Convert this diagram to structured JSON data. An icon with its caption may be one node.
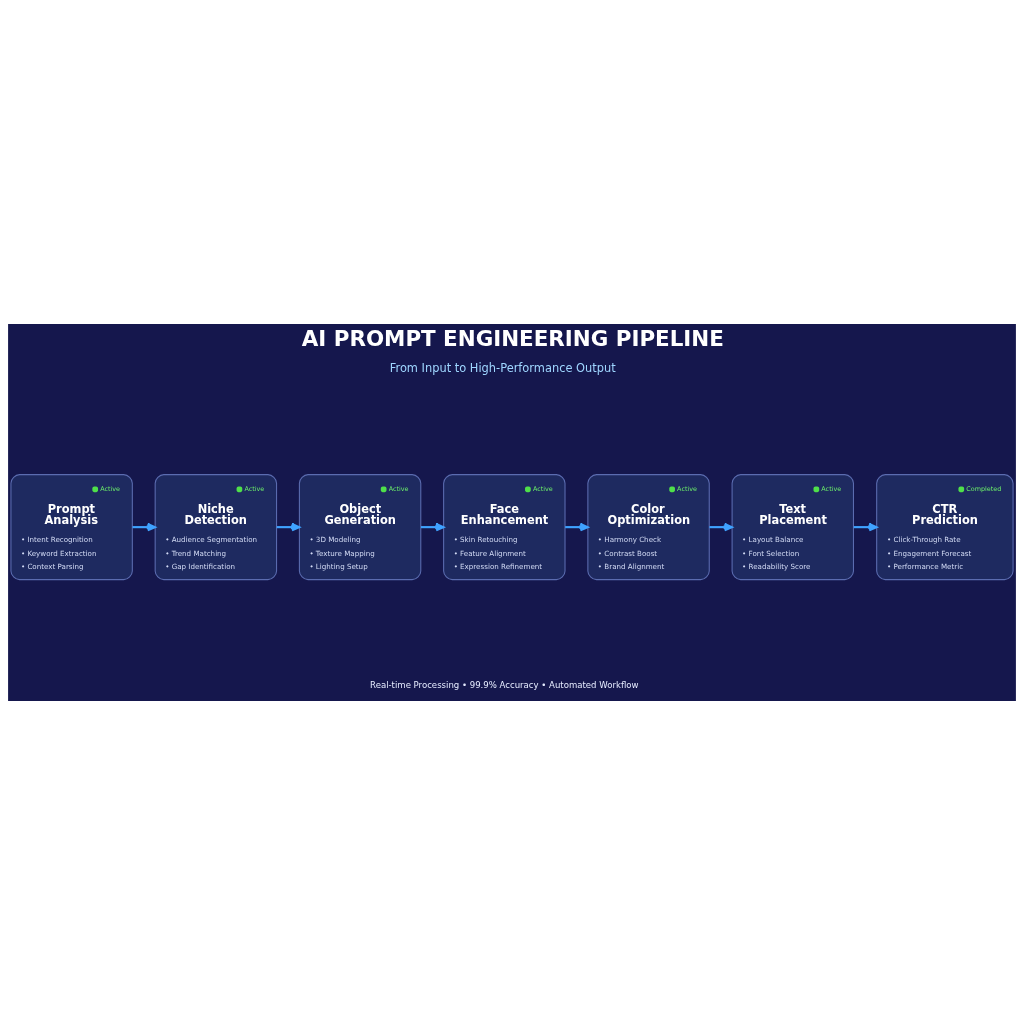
{
  "diagram": {
    "title": "AI PROMPT ENGINEERING PIPELINE",
    "nodes": [
      {
        "text": [
          "Active",
          "Prompt Analysis",
          "• Intent Recognition",
          "• Keyword Extraction",
          "• Context Parsing"
        ]
      },
      {
        "text": [
          "Active",
          "Niche Detection",
          "• Audience Segmentation",
          "• Trend Matching",
          "• Gap Identification"
        ]
      },
      {
        "text": [
          "Active",
          "Object Generation",
          "• 3D Modeling",
          "• Texture Mapping",
          "• Lighting Setup"
        ]
      },
      {
        "text": [
          "Active",
          "Face Enhancement",
          "• Skin Retouching",
          "• Feature Alignment",
          "• Expression Refinement"
        ]
      },
      {
        "text": [
          "Active",
          "Color Optimization",
          "• Harmony Check",
          "• Contrast Boost",
          "• Brand Alignment"
        ]
      },
      {
        "text": [
          "Active",
          "Text Placement",
          "• Layout Balance",
          "• Font Selection",
          "• Readability Score"
        ]
      },
      {
        "text": [
          "Completed",
          "CTR Prediction",
          "• Click-Through Rate",
          "• Engagement Forecast",
          "• Performance Metric"
        ]
      }
    ],
    "edges": [
      {
        "from": 0,
        "to": 1,
        "arrow": "to"
      },
      {
        "from": 1,
        "to": 2,
        "arrow": "to"
      },
      {
        "from": 2,
        "to": 3,
        "arrow": "to"
      },
      {
        "from": 3,
        "to": 4,
        "arrow": "to"
      },
      {
        "from": 4,
        "to": 5,
        "arrow": "to"
      },
      {
        "from": 5,
        "to": 6,
        "arrow": "to"
      }
    ],
    "labels": [
      "From Input to High-Performance Output",
      "Real-time Processing • 99.9% Accuracy • Automated Workflow"
    ]
  }
}
